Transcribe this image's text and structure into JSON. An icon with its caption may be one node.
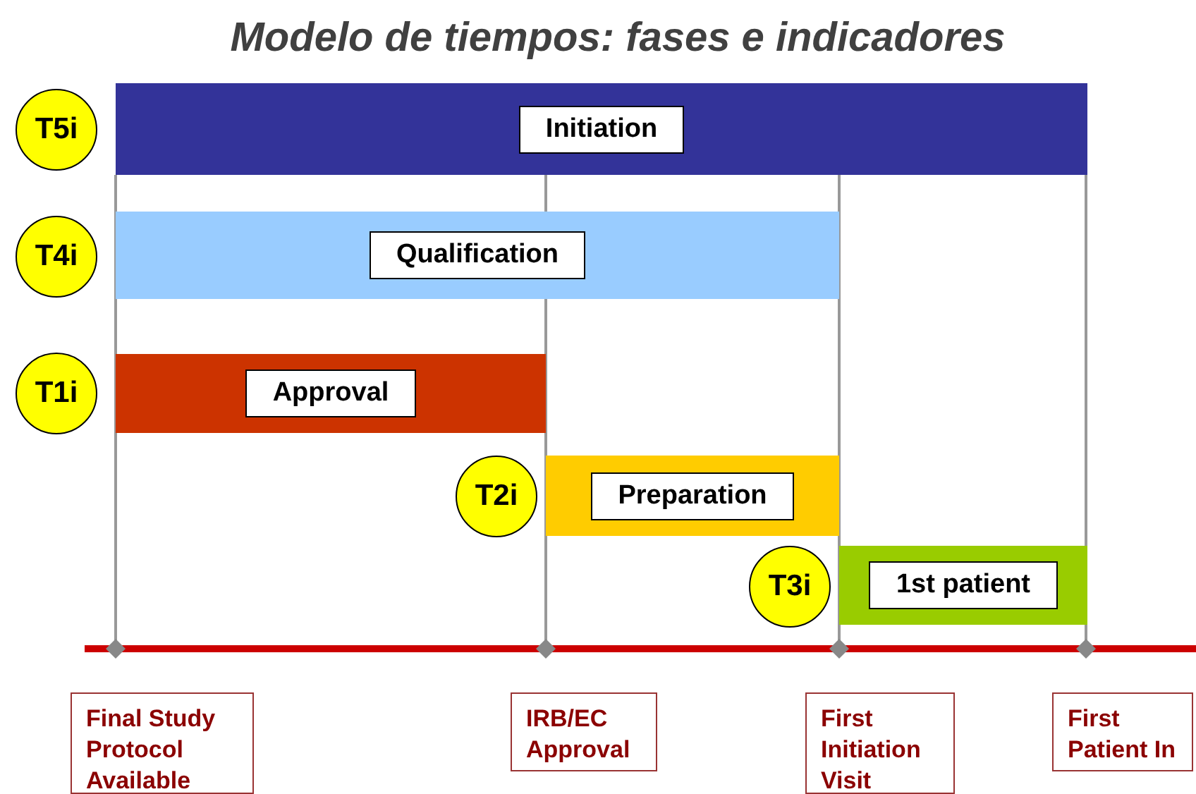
{
  "diagram": {
    "title": "Modelo de tiempos: fases e indicadores",
    "nodes": [
      {
        "text": [
          "T5i"
        ]
      },
      {
        "text": [
          "Initiation"
        ]
      },
      {
        "text": [
          "T4i"
        ]
      },
      {
        "text": [
          "Qualification"
        ]
      },
      {
        "text": [
          "T1i"
        ]
      },
      {
        "text": [
          "Approval"
        ]
      },
      {
        "text": [
          "T2i"
        ]
      },
      {
        "text": [
          "Preparation"
        ]
      },
      {
        "text": [
          "T3i"
        ]
      },
      {
        "text": [
          "1st patient"
        ]
      },
      {
        "text": [
          "Final Study Protocol Available"
        ]
      },
      {
        "text": [
          "IRB/EC Approval"
        ]
      },
      {
        "text": [
          "First Initiation Visit"
        ]
      },
      {
        "text": [
          "First Patient In"
        ]
      }
    ],
    "edges": []
  }
}
